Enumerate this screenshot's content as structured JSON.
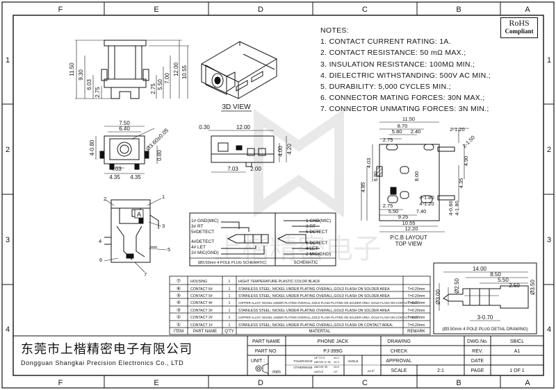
{
  "frame": {
    "columns": [
      "F",
      "E",
      "D",
      "C",
      "B",
      "A"
    ],
    "rows": [
      "1",
      "2",
      "3",
      "4"
    ]
  },
  "rohs": {
    "line1": "RoHS",
    "line2": "Compliant"
  },
  "notes": {
    "title": "NOTES:",
    "items": [
      "1. CONTACT CURRENT RATING: 1A.",
      "2. CONTACT RESISTANCE: 50 mΩ MAX.;",
      "3. INSULATION RESISTANCE: 100MΩ MIN.;",
      "4. DIELECTRIC WITHSTANDING: 500V AC MIN.;",
      "5. DURABILITY: 5,000 CYCLES MIN.;",
      "6. CONNECTOR MATING FORCES: 30N MAX.;",
      "7. CONNECTOR UNMATING FORCES: 3N MIN.;"
    ]
  },
  "side_view": {
    "dims": [
      "11.50",
      "9.30",
      "6.03",
      "2.75",
      "2.75",
      "5.50",
      "7.00",
      "12.00",
      "10.55"
    ]
  },
  "iso_view": {
    "label": "3D VIEW"
  },
  "front_view": {
    "dims": [
      "7.50",
      "6.40",
      "4-0.80",
      "4.03",
      "4.35",
      "4.35",
      "0.80"
    ],
    "hole": "Ø3.60±0.05"
  },
  "top_view": {
    "dims": [
      "0.30",
      "12.00",
      "4.00",
      "4.20",
      "7.03",
      "2.00"
    ]
  },
  "pcb_layout": {
    "dims": [
      "11.50",
      "8.70",
      "5.80",
      "2.40",
      "2.75",
      "2-1.20",
      "2-1.50",
      "4.03",
      "6.80",
      "8.00",
      "4.85",
      "4.90",
      "4.35",
      "2.75",
      "5.50",
      "7.40",
      "9.25",
      "10.55",
      "12.20",
      "4-1.80",
      "4-1.20",
      "4-0.60",
      "4-1.80"
    ],
    "title": "P.C.B LAYOUT",
    "subtitle": "TOP VIEW"
  },
  "bottom_view": {
    "callouts": [
      "2",
      "1",
      "3",
      "4",
      "5",
      "6",
      "7"
    ],
    "label_a": "A"
  },
  "schematic": {
    "left_pins": [
      "1# GND(MIC)",
      "3# RT",
      "5#DETECT",
      "4#DETECT",
      "4# LET",
      "2# MIC(GND)"
    ],
    "right_pins": [
      "1 GND(MIC)",
      "3 RT",
      "5 DETECT",
      "6 DETECT",
      "4 LET",
      "2 MIC(GND)"
    ],
    "caption_left": "(Ø3.50mm 4 POLE PLUG SCHEMATIC)",
    "caption_right": "SCHEMATIC"
  },
  "plug_view": {
    "dims": [
      "14.00",
      "8.50",
      "5.50",
      "2.50",
      "Ø2.50",
      "Ø3.00",
      "Ø3.50",
      "3-0.70"
    ],
    "caption": "(Ø3.50mm 4 POLE PLUG DETAIL DRAWING)"
  },
  "bom": {
    "header": [
      "ITEM",
      "PART NAME",
      "Q'TY",
      "MATERTAL",
      "REMARK"
    ],
    "rows": [
      [
        "⑦",
        "HOUSING",
        "1",
        "HIGHT TEMPERATURE PLASTIC  COLOR BLACK",
        ""
      ],
      [
        "⑥",
        "CONTACT 6#",
        "1",
        "STAINLESS STEEL; NICKEL UNDER PLATING OVERALL,GOLD FLASH ON SOLDER AREA",
        "T=0.20mm"
      ],
      [
        "⑤",
        "CONTACT 5#",
        "1",
        "STAINLESS STEEL; NICKEL UNDER PLATING OVERALL,GOLD FLASH ON SOLDER AREA",
        "T=0.20mm"
      ],
      [
        "④",
        "CONTACT 4#",
        "1",
        "COPPER ALLOY; NICKEL UNDER PLATING OVERALL,GOLD FLASH PLATING ON SOLDER AREA ,GOLD FLASH ON CONTACT AREA",
        "T=0.20mm"
      ],
      [
        "③",
        "CONTACT 3#",
        "1",
        "STAINLESS STEEL; NICKEL UNDER PLATING OVERALL,GOLD FLASH ON SOLDER AREA",
        "T=0.20mm"
      ],
      [
        "②",
        "CONTACT 2#",
        "1",
        "COPPER ALLOY; NICKEL UNDER PLATING OVERALL,GOLD FLASH PLATING ON SOLDER AREA ,GOLD FLASH ON CONTACT AREA",
        "T=0.20mm"
      ],
      [
        "①",
        "CONTACT 1#",
        "1",
        "STAINLESS STEEL; NICKEL UNDER PLATING OVERALL,GOLD FLASH ON CONTACT AREA;",
        "T=0.20mm"
      ]
    ]
  },
  "title_block": {
    "company_cn": "东莞市上楷精密电子有限公司",
    "company_en": "Dongguan Shangkai Precision Electronics Co., LTD",
    "part_name_label": "PART NAME",
    "part_name": "PHONE JACK",
    "part_no_label": "PART NO.",
    "part_no": "PJ-399G",
    "unit_label": "UNIT :",
    "unit": "mm",
    "tolerance_label": "TOLERANCE",
    "otherwise_label": "OTHERWISE",
    "tol_rows": [
      [
        "UP TO 5",
        "±0.2"
      ],
      [
        "ABOVE 5~30",
        "±0.3"
      ],
      [
        "ABOVE 30",
        "±0.5"
      ],
      [
        "ANGLE",
        "±3°"
      ]
    ],
    "angle_label": "ANGLE",
    "angle_value": "±2.5°",
    "drawing_label": "DRAWING",
    "check_label": "CHECK",
    "approval_label": "APPROVAL",
    "scale_label": "SCALE",
    "scale": "2:1",
    "dwg_no_label": "DWG.No.",
    "dwg_no": "SBICL",
    "rev_label": "REV.",
    "rev": "A1",
    "date_label": "DATE",
    "page_label": "PAGE",
    "page": "1 OF 1"
  },
  "watermark": "上楷精密电子"
}
